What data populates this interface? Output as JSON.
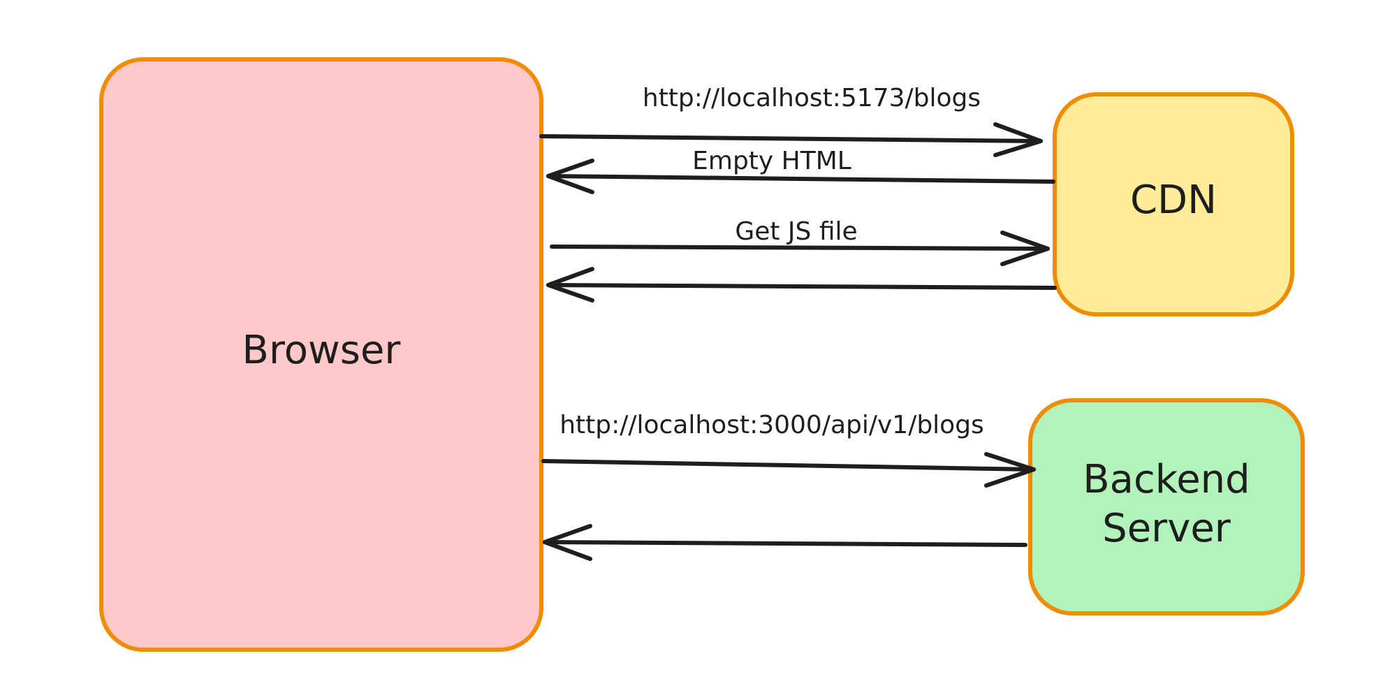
{
  "nodes": {
    "browser": {
      "label": "Browser",
      "fill": "#ffc9c9",
      "stroke": "#f08c00"
    },
    "cdn": {
      "label": "CDN",
      "fill": "#ffec99",
      "stroke": "#f08c00"
    },
    "backend": {
      "label_line1": "Backend",
      "label_line2": "Server",
      "fill": "#b2f2bb",
      "stroke": "#f08c00"
    }
  },
  "edges": {
    "request_blogs_page": {
      "label": "http://localhost:5173/blogs",
      "from": "browser",
      "to": "cdn"
    },
    "empty_html_response": {
      "label": "Empty HTML",
      "from": "cdn",
      "to": "browser"
    },
    "get_js_file": {
      "label": "Get JS file",
      "from": "browser",
      "to": "cdn"
    },
    "js_file_response": {
      "label": "",
      "from": "cdn",
      "to": "browser"
    },
    "api_blogs_request": {
      "label": "http://localhost:3000/api/v1/blogs",
      "from": "browser",
      "to": "backend"
    },
    "api_blogs_response": {
      "label": "",
      "from": "backend",
      "to": "browser"
    }
  }
}
